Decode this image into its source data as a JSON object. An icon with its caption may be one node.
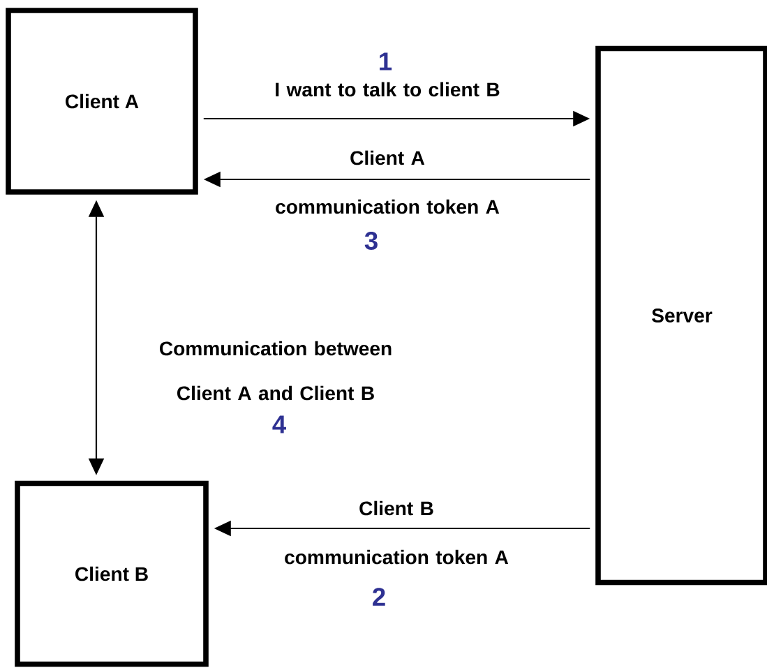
{
  "diagram": {
    "nodes": [
      {
        "text": [
          "Client A"
        ]
      },
      {
        "text": [
          "Server"
        ]
      },
      {
        "text": [
          "Client B"
        ]
      }
    ],
    "edges": [
      {
        "from": 0,
        "to": 1,
        "arrow": "to",
        "label": "I want to talk to client B"
      },
      {
        "from": 1,
        "to": 0,
        "arrow": "to",
        "label": "Client A communication token A"
      },
      {
        "from": 0,
        "to": 2,
        "arrow": "both",
        "label": "Communication between Client A and Client B"
      },
      {
        "from": 1,
        "to": 2,
        "arrow": "to",
        "label": "Client B communication token A"
      }
    ],
    "labels": [
      "1",
      "3",
      "4",
      "2"
    ]
  }
}
